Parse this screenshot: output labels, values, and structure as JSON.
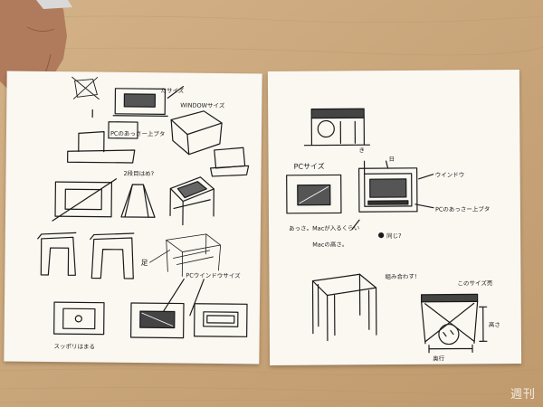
{
  "left_sheet": {
    "notes": {
      "tasize": "たサイズ",
      "window_size": "WINDOWサイズ",
      "pc_acchi": "PCのあっさー上ブタ",
      "kensaku": "2段目はめ?",
      "ashi": "足",
      "pc_window_size": "PCウインドウサイズ",
      "suppori": "スッポリはまる"
    }
  },
  "right_sheet": {
    "notes": {
      "pc_size": "PCサイズ",
      "ki": "き",
      "nichi": "日",
      "window": "ウインドウ",
      "pc_acchi": "PCのあっさー上ブタ",
      "mac_hairu": "あっさ。Macが入るくらい",
      "onaji": "同じ?",
      "mac_takasa": "Macの高さ。",
      "kumiawase": "組み合わす!",
      "kono_size": "このサイズ売",
      "takasa": "高さ",
      "tate": "奥行"
    }
  },
  "watermark": "週刊"
}
